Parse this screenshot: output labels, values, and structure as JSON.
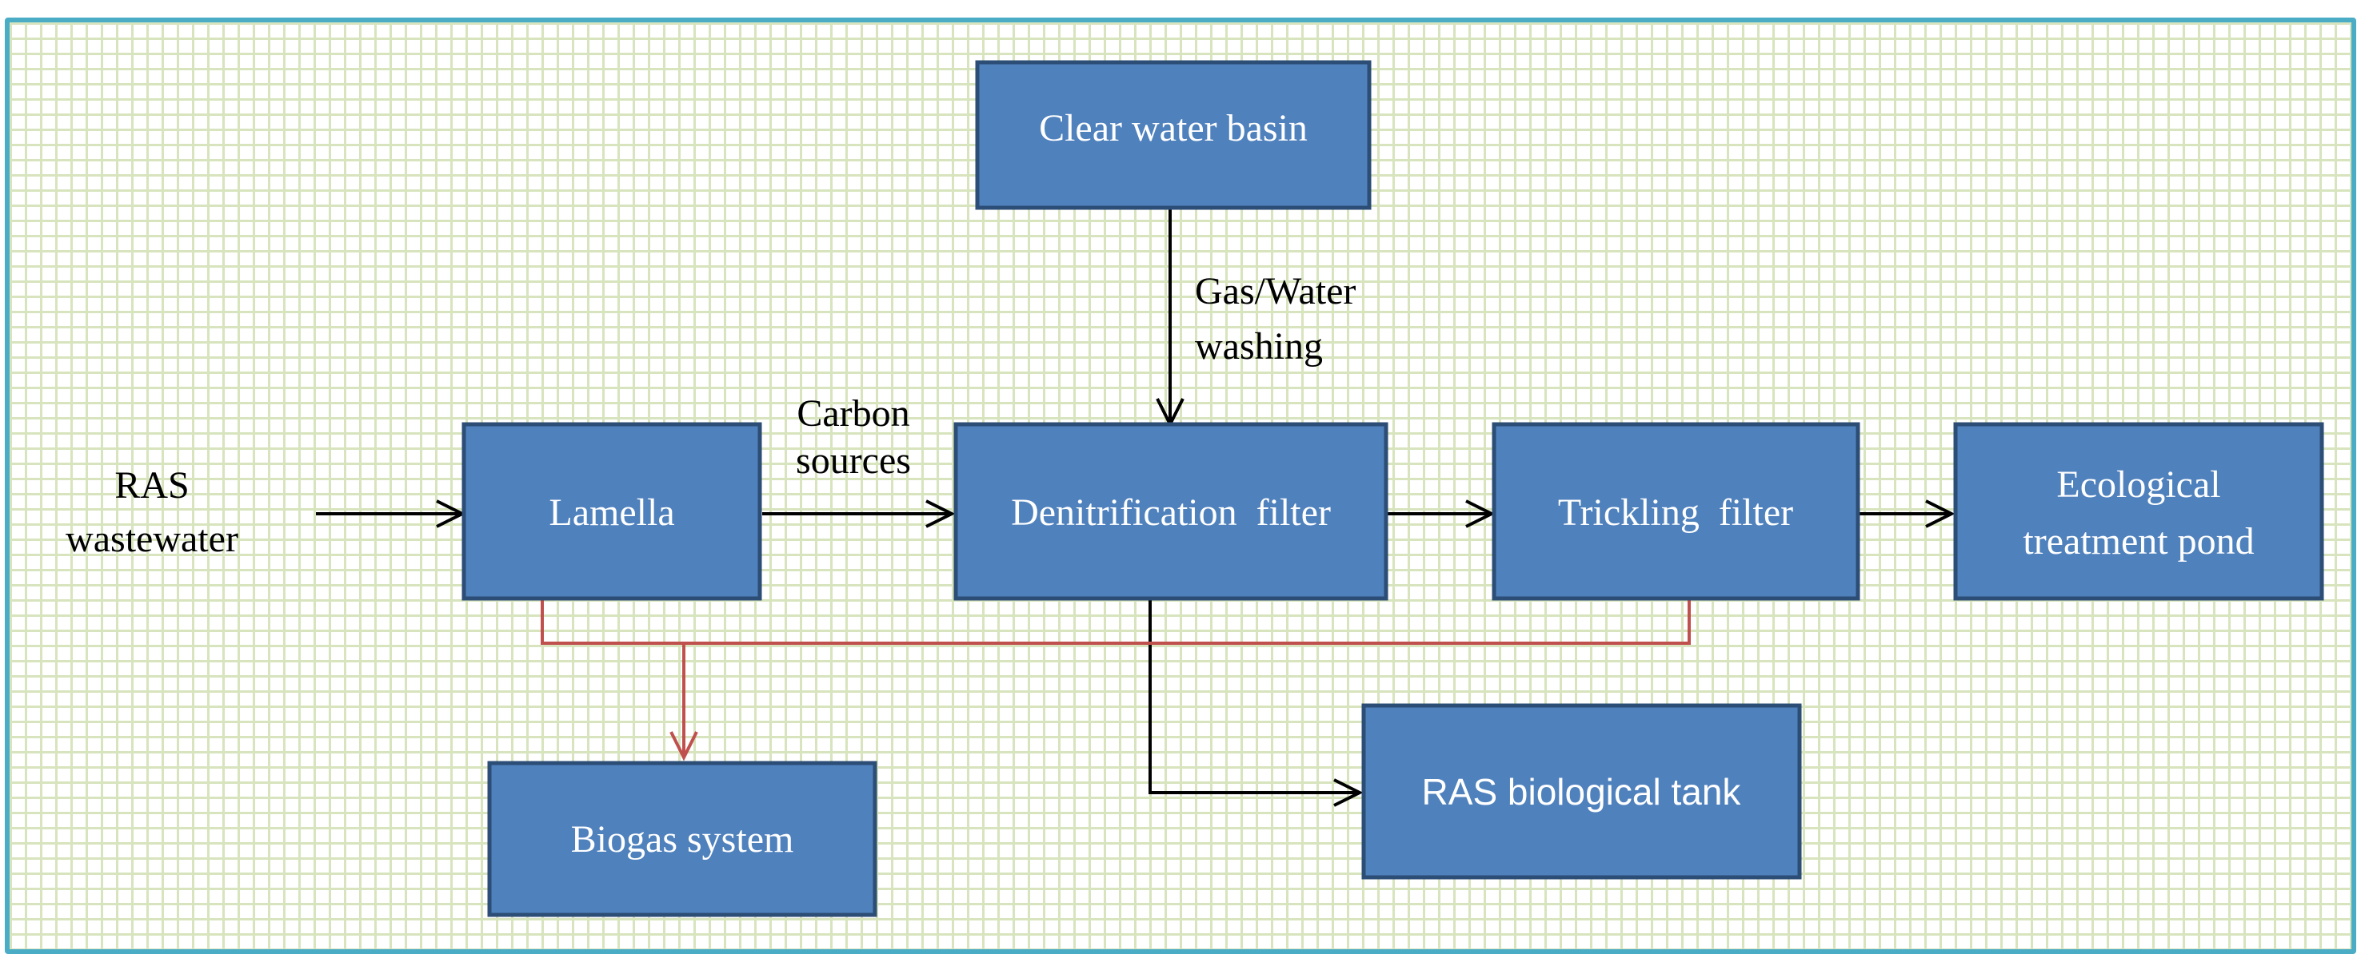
{
  "colors": {
    "frame_border": "#4bacc6",
    "grid": "#d7e4bd",
    "box_fill": "#4f81bd",
    "box_border": "#2c4d75",
    "box_text": "#ffffff",
    "arrow_black": "#000000",
    "arrow_red": "#c0504d"
  },
  "boxes": {
    "clear_water_basin": "Clear water basin",
    "lamella": "Lamella",
    "denitrification_filter": "Denitrification  filter",
    "trickling_filter": "Trickling  filter",
    "ecological_pond_line1": "Ecological",
    "ecological_pond_line2": "treatment pond",
    "biogas_system": "Biogas system",
    "ras_biological_tank": "RAS biological tank"
  },
  "labels": {
    "ras_line1": "RAS",
    "ras_line2": "wastewater",
    "carbon_line1": "Carbon",
    "carbon_line2": "sources",
    "gas_line1": "Gas/Water",
    "gas_line2": "washing"
  }
}
